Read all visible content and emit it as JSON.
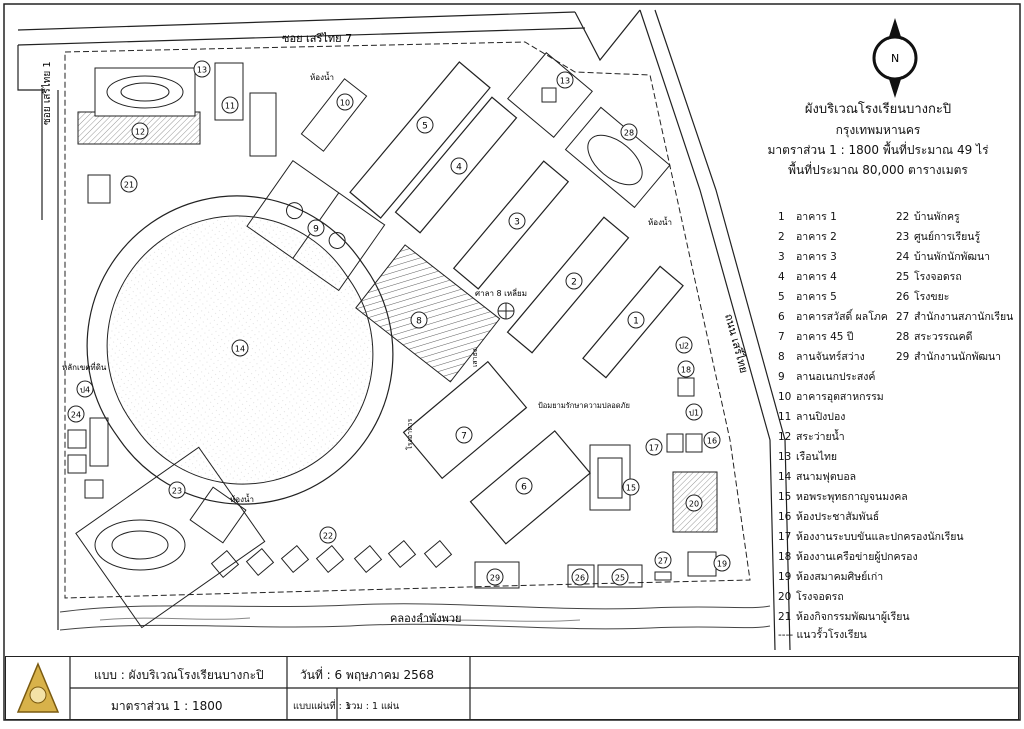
{
  "map": {
    "roads": {
      "top": "ซอย เสรีไทย 7",
      "left": "ซอย เสรีไทย 1",
      "right": "ถนน เสรีไทย",
      "canal": "คลองลำพังพวย"
    },
    "building_numbers": [
      "1",
      "2",
      "3",
      "4",
      "5",
      "6",
      "7",
      "8",
      "9",
      "10",
      "11",
      "12",
      "13",
      "13",
      "14",
      "15",
      "16",
      "17",
      "18",
      "19",
      "20",
      "21",
      "22",
      "23",
      "24",
      "25",
      "26",
      "27",
      "28",
      "29",
      "ป2",
      "ป1",
      "ป4"
    ],
    "labels": {
      "toilet": "ห้องน้ำ",
      "sala": "ศาลา 8 เหลี่ยม",
      "boundary_pin": "หลักเขตที่ดิน",
      "safety_office": "ป้อมยามรักษาความปลอดภัย",
      "canteen": "โรงอาหาร",
      "flag": "เสาธง"
    }
  },
  "title": {
    "line1": "ผังบริเวณโรงเรียนบางกะปิ",
    "line2": "กรุงเทพมหานคร",
    "line3": "มาตราส่วน 1 : 1800 พื้นที่ประมาณ 49 ไร่",
    "line4": "พื้นที่ประมาณ 80,000 ตารางเมตร"
  },
  "compass": {
    "north": "N"
  },
  "legend": {
    "col1": [
      {
        "n": "1",
        "t": "อาคาร 1"
      },
      {
        "n": "2",
        "t": "อาคาร 2"
      },
      {
        "n": "3",
        "t": "อาคาร 3"
      },
      {
        "n": "4",
        "t": "อาคาร 4"
      },
      {
        "n": "5",
        "t": "อาคาร 5"
      },
      {
        "n": "6",
        "t": "อาคารสวัสดิ์ ผลโภค"
      },
      {
        "n": "7",
        "t": "อาคาร 45 ปี"
      },
      {
        "n": "8",
        "t": "ลานจันทร์สว่าง"
      },
      {
        "n": "9",
        "t": "ลานอเนกประสงค์"
      },
      {
        "n": "10",
        "t": "อาคารอุตสาหกรรม"
      },
      {
        "n": "11",
        "t": "ลานปิงปอง"
      },
      {
        "n": "12",
        "t": "สระว่ายน้ำ"
      },
      {
        "n": "13",
        "t": "เรือนไทย"
      },
      {
        "n": "14",
        "t": "สนามฟุตบอล"
      },
      {
        "n": "15",
        "t": "หอพระพุทธกาญจนมงคล"
      },
      {
        "n": "16",
        "t": "ห้องประชาสัมพันธ์"
      },
      {
        "n": "17",
        "t": "ห้องงานระบบขันและปกครองนักเรียน"
      },
      {
        "n": "18",
        "t": "ห้องงานเครือข่ายผู้ปกครอง"
      },
      {
        "n": "19",
        "t": "ห้องสมาคมศิษย์เก่า"
      },
      {
        "n": "20",
        "t": "โรงจอดรถ"
      },
      {
        "n": "21",
        "t": "ห้องกิจกรรมพัฒนาผู้เรียน"
      }
    ],
    "col2": [
      {
        "n": "22",
        "t": "บ้านพักครู"
      },
      {
        "n": "23",
        "t": "ศูนย์การเรียนรู้"
      },
      {
        "n": "24",
        "t": "บ้านพักนักพัฒนา"
      },
      {
        "n": "25",
        "t": "โรงจอดรถ"
      },
      {
        "n": "26",
        "t": "โรงขยะ"
      },
      {
        "n": "27",
        "t": "สำนักงานสภานักเรียน"
      },
      {
        "n": "28",
        "t": "สระวรรณคดี"
      },
      {
        "n": "29",
        "t": "สำนักงานนักพัฒนา"
      }
    ],
    "fence": "แนวรั้วโรงเรียน"
  },
  "footer": {
    "plan_label": "แบบ : ผังบริเวณโรงเรียนบางกะปิ",
    "date_label": "วันที่ : 6 พฤษภาคม 2568",
    "scale_label": "มาตราส่วน 1 : 1800",
    "sheet_label": "แบบแผ่นที่ : 1",
    "total_label": "รวม : 1 แผ่น"
  }
}
